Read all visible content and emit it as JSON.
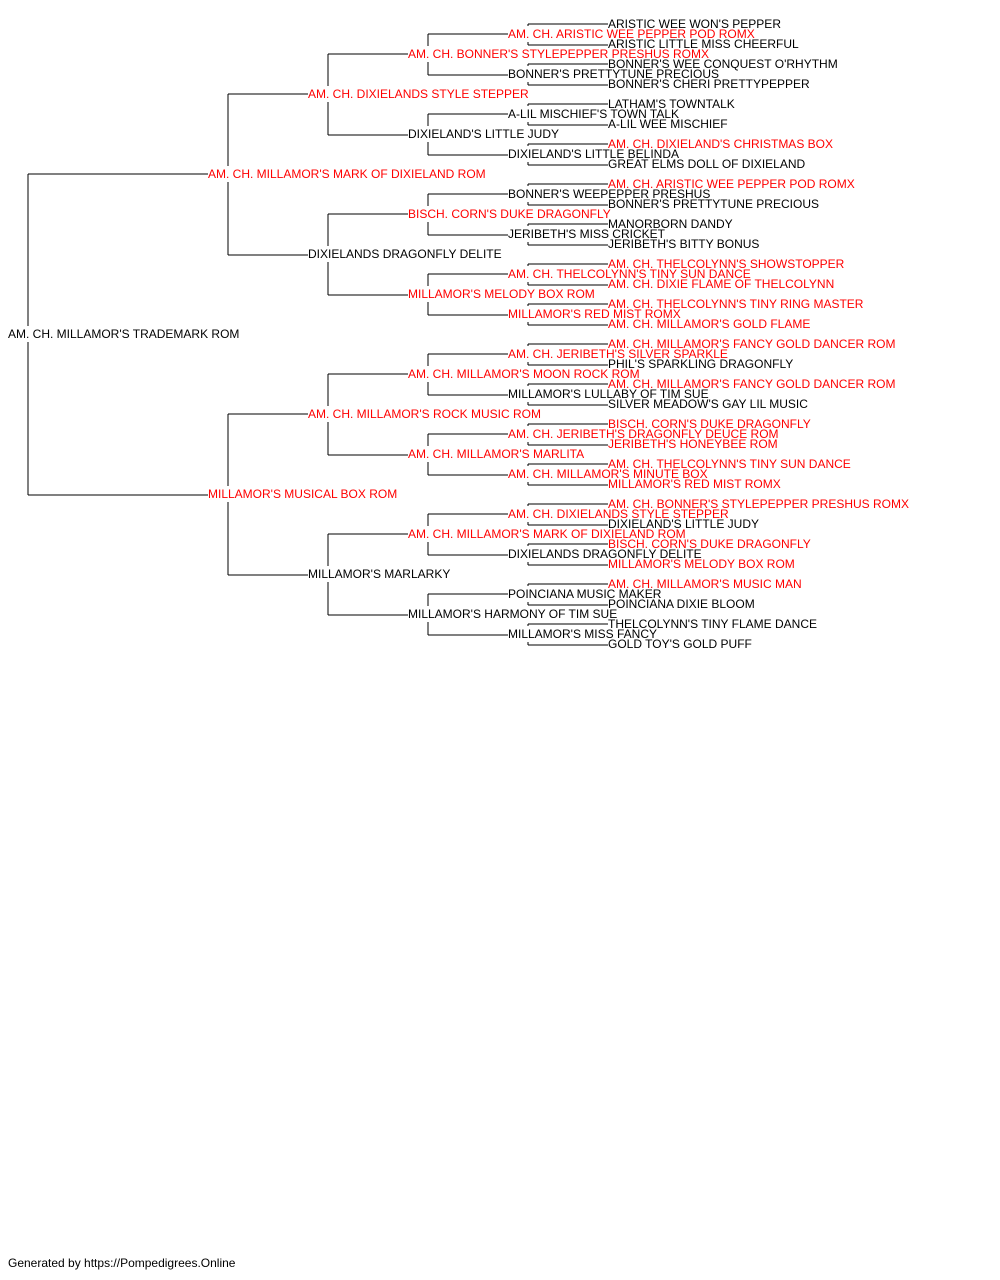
{
  "colors": {
    "champion": "#ff0000",
    "normal": "#000000",
    "line": "#000000"
  },
  "pedigree": {
    "name": "AM. CH. MILLAMOR'S TRADEMARK ROM",
    "champion": false,
    "sire": {
      "name": "AM. CH. MILLAMOR'S MARK OF DIXIELAND ROM",
      "champion": true,
      "sire": {
        "name": "AM. CH. DIXIELANDS STYLE STEPPER",
        "champion": true,
        "sire": {
          "name": "AM. CH. BONNER'S STYLEPEPPER PRESHUS ROMX",
          "champion": true,
          "sire": {
            "name": "AM. CH. ARISTIC WEE PEPPER POD ROMX",
            "champion": true,
            "sire": {
              "name": "ARISTIC WEE WON'S PEPPER",
              "champion": false
            },
            "dam": {
              "name": "ARISTIC LITTLE MISS CHEERFUL",
              "champion": false
            }
          },
          "dam": {
            "name": "BONNER'S PRETTYTUNE PRECIOUS",
            "champion": false,
            "sire": {
              "name": "BONNER'S WEE CONQUEST O'RHYTHM",
              "champion": false
            },
            "dam": {
              "name": "BONNER'S CHERI PRETTYPEPPER",
              "champion": false
            }
          }
        },
        "dam": {
          "name": "DIXIELAND'S LITTLE JUDY",
          "champion": false,
          "sire": {
            "name": "A-LIL MISCHIEF'S TOWN TALK",
            "champion": false,
            "sire": {
              "name": "LATHAM'S TOWNTALK",
              "champion": false
            },
            "dam": {
              "name": "A-LIL WEE MISCHIEF",
              "champion": false
            }
          },
          "dam": {
            "name": "DIXIELAND'S LITTLE BELINDA",
            "champion": false,
            "sire": {
              "name": "AM. CH. DIXIELAND'S CHRISTMAS BOX",
              "champion": true
            },
            "dam": {
              "name": "GREAT ELMS DOLL OF DIXIELAND",
              "champion": false
            }
          }
        }
      },
      "dam": {
        "name": "DIXIELANDS DRAGONFLY DELITE",
        "champion": false,
        "sire": {
          "name": "BISCH. CORN'S DUKE DRAGONFLY",
          "champion": true,
          "sire": {
            "name": "BONNER'S WEEPEPPER PRESHUS",
            "champion": false,
            "sire": {
              "name": "AM. CH. ARISTIC WEE PEPPER POD ROMX",
              "champion": true
            },
            "dam": {
              "name": "BONNER'S PRETTYTUNE PRECIOUS",
              "champion": false
            }
          },
          "dam": {
            "name": "JERIBETH'S MISS CRICKET",
            "champion": false,
            "sire": {
              "name": "MANORBORN DANDY",
              "champion": false
            },
            "dam": {
              "name": "JERIBETH'S BITTY BONUS",
              "champion": false
            }
          }
        },
        "dam": {
          "name": "MILLAMOR'S MELODY BOX ROM",
          "champion": true,
          "sire": {
            "name": "AM. CH. THELCOLYNN'S TINY SUN DANCE",
            "champion": true,
            "sire": {
              "name": "AM. CH. THELCOLYNN'S SHOWSTOPPER",
              "champion": true
            },
            "dam": {
              "name": "AM. CH. DIXIE FLAME OF THELCOLYNN",
              "champion": true
            }
          },
          "dam": {
            "name": "MILLAMOR'S RED MIST ROMX",
            "champion": true,
            "sire": {
              "name": "AM. CH. THELCOLYNN'S TINY RING MASTER",
              "champion": true
            },
            "dam": {
              "name": "AM. CH. MILLAMOR'S GOLD FLAME",
              "champion": true
            }
          }
        }
      }
    },
    "dam": {
      "name": "MILLAMOR'S MUSICAL BOX ROM",
      "champion": true,
      "sire": {
        "name": "AM. CH. MILLAMOR'S ROCK MUSIC ROM",
        "champion": true,
        "sire": {
          "name": "AM. CH. MILLAMOR'S MOON ROCK ROM",
          "champion": true,
          "sire": {
            "name": "AM. CH. JERIBETH'S SILVER SPARKLE",
            "champion": true,
            "sire": {
              "name": "AM. CH. MILLAMOR'S FANCY GOLD DANCER ROM",
              "champion": true
            },
            "dam": {
              "name": "PHIL'S SPARKLING DRAGONFLY",
              "champion": false
            }
          },
          "dam": {
            "name": "MILLAMOR'S LULLABY OF TIM SUE",
            "champion": false,
            "sire": {
              "name": "AM. CH. MILLAMOR'S FANCY GOLD DANCER ROM",
              "champion": true
            },
            "dam": {
              "name": "SILVER MEADOW'S GAY LIL MUSIC",
              "champion": false
            }
          }
        },
        "dam": {
          "name": "AM. CH. MILLAMOR'S MARLITA",
          "champion": true,
          "sire": {
            "name": "AM. CH. JERIBETH'S DRAGONFLY DEUCE ROM",
            "champion": true,
            "sire": {
              "name": "BISCH. CORN'S DUKE DRAGONFLY",
              "champion": true
            },
            "dam": {
              "name": "JERIBETH'S HONEYBEE ROM",
              "champion": true
            }
          },
          "dam": {
            "name": "AM. CH. MILLAMOR'S MINUTE BOX",
            "champion": true,
            "sire": {
              "name": "AM. CH. THELCOLYNN'S TINY SUN DANCE",
              "champion": true
            },
            "dam": {
              "name": "MILLAMOR'S RED MIST ROMX",
              "champion": true
            }
          }
        }
      },
      "dam": {
        "name": "MILLAMOR'S MARLARKY",
        "champion": false,
        "sire": {
          "name": "AM. CH. MILLAMOR'S MARK OF DIXIELAND ROM",
          "champion": true,
          "sire": {
            "name": "AM. CH. DIXIELANDS STYLE STEPPER",
            "champion": true,
            "sire": {
              "name": "AM. CH. BONNER'S STYLEPEPPER PRESHUS ROMX",
              "champion": true
            },
            "dam": {
              "name": "DIXIELAND'S LITTLE JUDY",
              "champion": false
            }
          },
          "dam": {
            "name": "DIXIELANDS DRAGONFLY DELITE",
            "champion": false,
            "sire": {
              "name": "BISCH. CORN'S DUKE DRAGONFLY",
              "champion": true
            },
            "dam": {
              "name": "MILLAMOR'S MELODY BOX ROM",
              "champion": true
            }
          }
        },
        "dam": {
          "name": "MILLAMOR'S HARMONY OF TIM SUE",
          "champion": false,
          "sire": {
            "name": "POINCIANA MUSIC MAKER",
            "champion": false,
            "sire": {
              "name": "AM. CH. MILLAMOR'S MUSIC MAN",
              "champion": true
            },
            "dam": {
              "name": "POINCIANA DIXIE BLOOM",
              "champion": false
            }
          },
          "dam": {
            "name": "MILLAMOR'S MISS FANCY",
            "champion": false,
            "sire": {
              "name": "THELCOLYNN'S TINY FLAME DANCE",
              "champion": false
            },
            "dam": {
              "name": "GOLD TOY'S GOLD PUFF",
              "champion": false
            }
          }
        }
      }
    }
  },
  "footer": {
    "text": "Generated by https://Pompedigrees.Online"
  }
}
